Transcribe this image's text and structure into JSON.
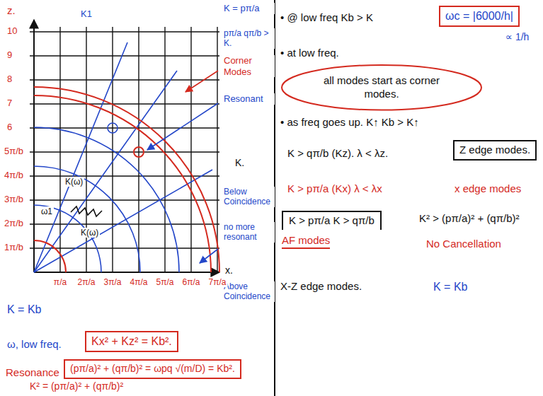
{
  "diagram": {
    "nodes": [
      {
        "text": [
          "ωc = |6000/h|"
        ]
      },
      {
        "text": [
          "all modes start as corner modes."
        ]
      },
      {
        "text": [
          "Z edge modes."
        ]
      },
      {
        "text": [
          "K > pπ/a K > qπ/b",
          "AF modes"
        ]
      },
      {
        "text": [
          "Kx² + Kz² = Kb²."
        ]
      },
      {
        "text": [
          "(pπ/a)² + (qπ/b)² = ωpq √(m/D) = Kb²."
        ]
      }
    ],
    "labels": [
      "z.",
      "10",
      "9",
      "8",
      "7",
      "6",
      "5π/b",
      "4π/b",
      "3π/b",
      "2π/b",
      "1π/b",
      "K1",
      "K = pπ/a",
      "pπ/a qπ/b > K.",
      "Corner Modes",
      "Resonant",
      "K.",
      "Below Coincidence",
      "no more resonant",
      "Above Coincidence",
      "x.",
      "π/a",
      "2π/a",
      "3π/a",
      "4π/a",
      "5π/a",
      "6π/a",
      "7π/a",
      "K(ω)",
      "K(ω)",
      "ω1",
      "K = Kb",
      "ω, low freq.",
      "Resonance",
      "K² = (pπ/a)² + (qπ/b)²",
      "• @ low freq Kb > K",
      "∝ 1/h",
      "• at low freq.",
      "• as freq goes up. K↑ Kb > K↑",
      "K > qπ/b (Kz). λ < λz.",
      "K > pπ/a (Kx) λ < λx",
      "x edge modes",
      "K² > (pπ/a)² + (qπ/b)²",
      "No Cancellation",
      "X-Z edge modes.",
      "K = Kb"
    ]
  }
}
